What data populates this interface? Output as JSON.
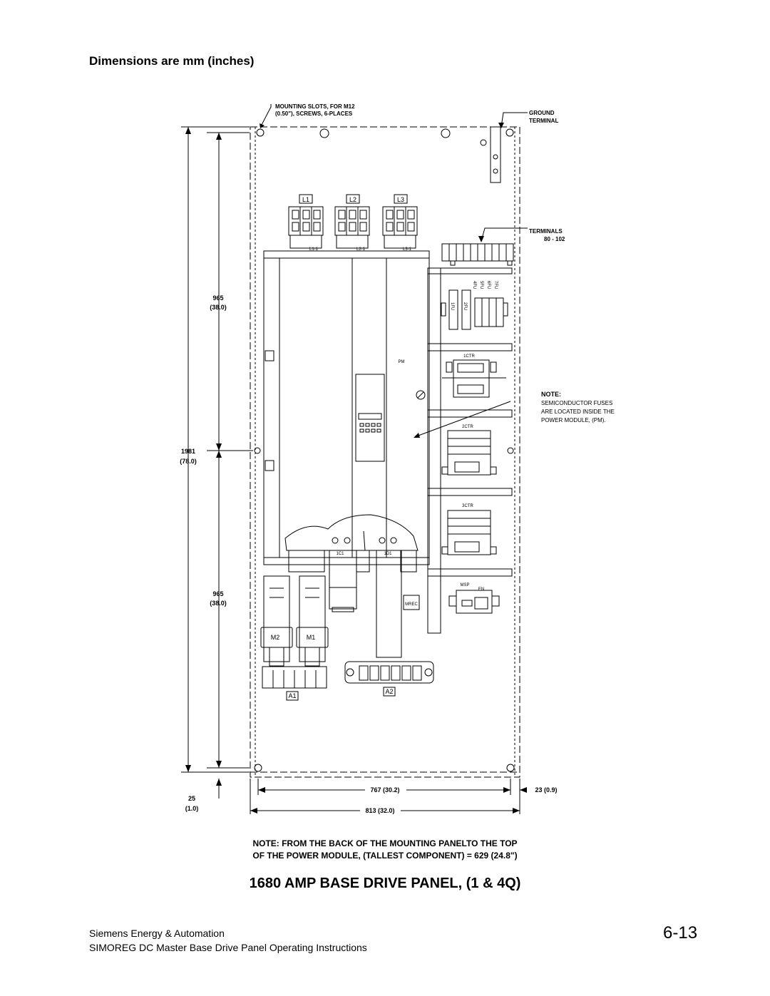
{
  "heading": "Dimensions are mm (inches)",
  "callouts": {
    "mounting_slots_line1": "MOUNTING SLOTS, FOR M12",
    "mounting_slots_line2": "(0.50\"), SCREWS, 6-PLACES",
    "ground_line1": "GROUND",
    "ground_line2": "TERMINAL",
    "terminals_line1": "TERMINALS",
    "terminals_line2": "80 - 102",
    "note_title": "NOTE:",
    "note_line1": "SEMICONDUCTOR FUSES",
    "note_line2": "ARE LOCATED INSIDE THE",
    "note_line3": "POWER MODULE, (PM)."
  },
  "dimensions": {
    "upper_mm": "965",
    "upper_in": "(38.0)",
    "total_mm": "1981",
    "total_in": "(78.0)",
    "lower_mm": "965",
    "lower_in": "(38.0)",
    "bottom_mm": "25",
    "bottom_in": "(1.0)",
    "width_inner": "767 (30.2)",
    "width_outer": "813 (32.0)",
    "side": "23 (0.9)"
  },
  "labels": {
    "l1": "L1",
    "l2": "L2",
    "l3": "L3",
    "l1_1": "L1-1",
    "l2_1": "L2-1",
    "l3_1": "L3-1",
    "pm": "PM",
    "ctr1": "1CTR",
    "ctr2": "2CTR",
    "ctr3": "3CTR",
    "c1": "1C1",
    "d1": "1D1",
    "m1": "M1",
    "m2": "M2",
    "a1": "A1",
    "a2": "A2",
    "msp": "MSP",
    "en": "EN",
    "mrec": "MREC",
    "fu1": "1FU",
    "fu2": "2FU",
    "fu4": "4FU",
    "fu5": "5FU",
    "fu6": "6FU",
    "fu7": "7FU"
  },
  "note_bottom_line1": "NOTE:  FROM THE BACK OF THE MOUNTING PANELTO THE TOP",
  "note_bottom_line2": "OF THE POWER MODULE, (TALLEST COMPONENT) = 629 (24.8\")",
  "title": "1680 AMP BASE DRIVE PANEL, (1 & 4Q)",
  "footer_company": "Siemens Energy & Automation",
  "footer_doc": "SIMOREG DC Master Base Drive Panel   Operating Instructions",
  "page_number": "6-13"
}
